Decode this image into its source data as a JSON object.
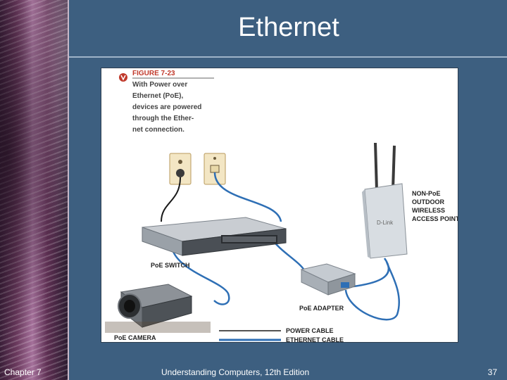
{
  "slide": {
    "title": "Ethernet",
    "footer": {
      "chapter": "Chapter 7",
      "book": "Understanding Computers, 12th Edition",
      "page": "37"
    }
  },
  "figure": {
    "number": "FIGURE 7-23",
    "caption_lines": [
      "With Power over",
      "Ethernet (PoE),",
      "devices are powered",
      "through the Ether-",
      "net connection."
    ],
    "labels": {
      "poe_switch": "PoE SWITCH",
      "poe_adapter": "PoE ADAPTER",
      "poe_camera": "PoE CAMERA",
      "access_point_lines": [
        "NON-PoE",
        "OUTDOOR",
        "WIRELESS",
        "ACCESS POINT"
      ]
    },
    "legend": {
      "power_cable": "POWER CABLE",
      "ethernet_cable": "ETHERNET CABLE"
    },
    "colors": {
      "figure_tag": "#c0392b",
      "ethernet_cable": "#2e6fb5",
      "power_cable": "#1a1a1a",
      "slide_background": "#3d5f80"
    }
  }
}
